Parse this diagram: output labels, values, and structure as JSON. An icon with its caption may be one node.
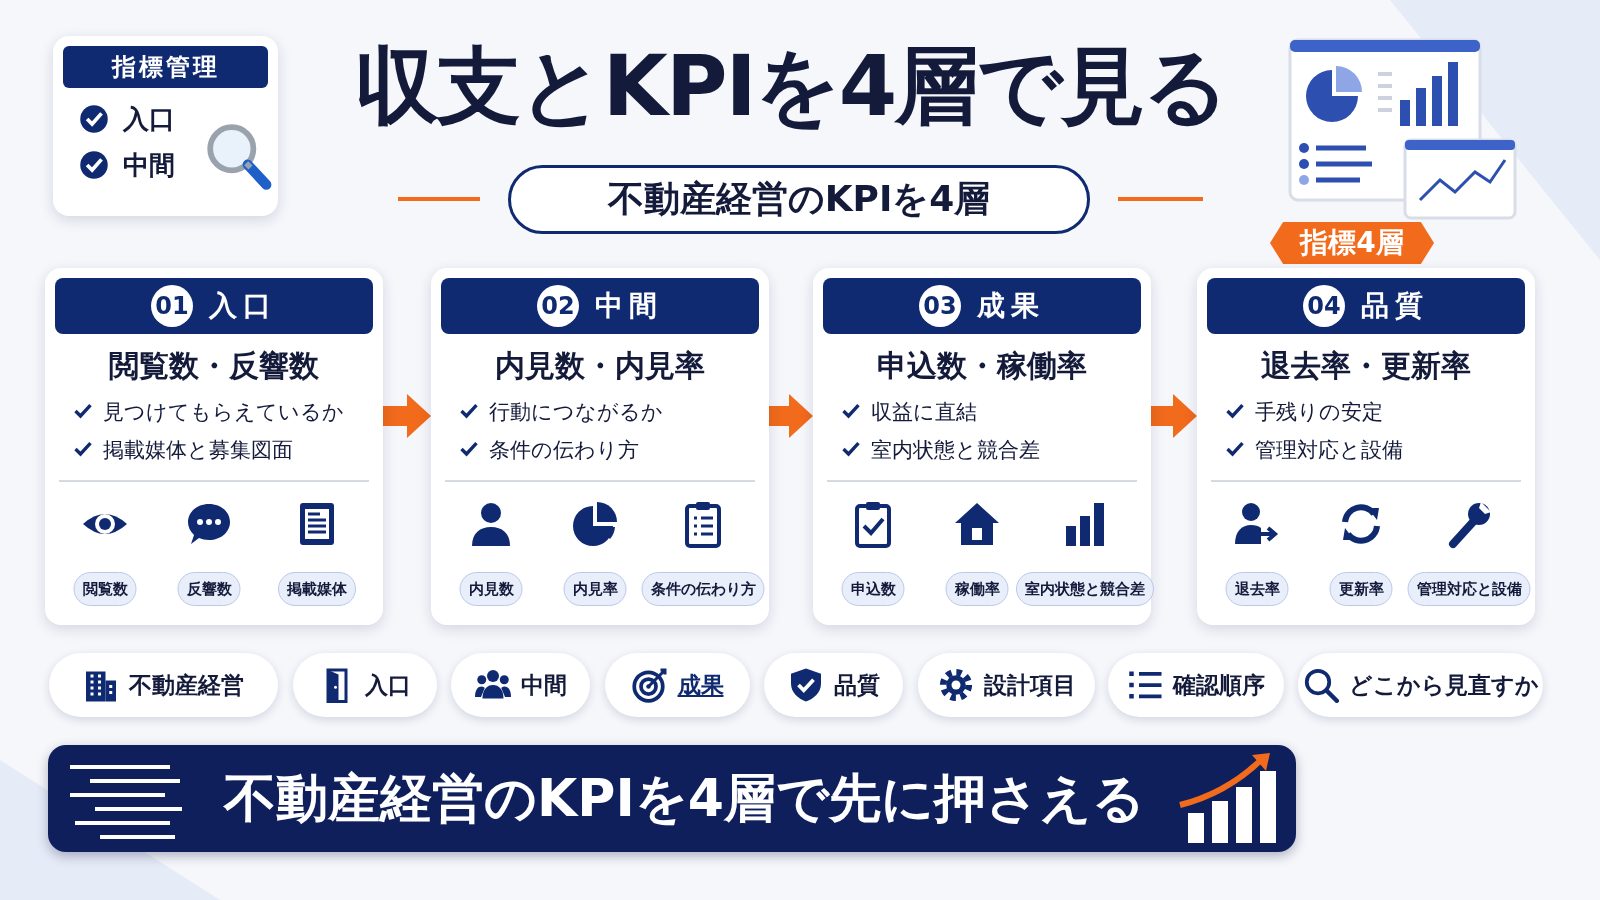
{
  "diagram": {
    "title": "収支とKPIを4層で見る",
    "nodes": [
      {
        "text": [
          "指標管理",
          "入口",
          "中間"
        ]
      },
      {
        "text": [
          "不動産経営のKPIを4層"
        ]
      },
      {
        "text": [
          "指標4層"
        ]
      },
      {
        "text": [
          "01",
          "入口",
          "閲覧数・反響数",
          "見つけてもらえているか",
          "掲載媒体と募集図面"
        ]
      },
      {
        "text": [
          "02",
          "中間",
          "内見数・内見率",
          "行動につながるか",
          "条件の伝わり方"
        ]
      },
      {
        "text": [
          "03",
          "成果",
          "申込数・稼働率",
          "収益に直結",
          "室内状態と競合差"
        ]
      },
      {
        "text": [
          "04",
          "品質",
          "退去率・更新率",
          "手残りの安定",
          "管理対応と設備"
        ]
      },
      {
        "text": [
          "閲覧数"
        ],
        "in": 3
      },
      {
        "text": [
          "反響数"
        ],
        "in": 3
      },
      {
        "text": [
          "掲載媒体"
        ],
        "in": 3
      },
      {
        "text": [
          "内見数"
        ],
        "in": 4
      },
      {
        "text": [
          "内見率"
        ],
        "in": 4
      },
      {
        "text": [
          "条件の伝わり方"
        ],
        "in": 4
      },
      {
        "text": [
          "申込数"
        ],
        "in": 5
      },
      {
        "text": [
          "稼働率"
        ],
        "in": 5
      },
      {
        "text": [
          "室内状態と競合差"
        ],
        "in": 5
      },
      {
        "text": [
          "退去率"
        ],
        "in": 6
      },
      {
        "text": [
          "更新率"
        ],
        "in": 6
      },
      {
        "text": [
          "管理対応と設備"
        ],
        "in": 6
      },
      {
        "text": [
          "不動産経営"
        ]
      },
      {
        "text": [
          "入口"
        ]
      },
      {
        "text": [
          "中間"
        ]
      },
      {
        "text": [
          "成果"
        ]
      },
      {
        "text": [
          "品質"
        ]
      },
      {
        "text": [
          "設計項目"
        ]
      },
      {
        "text": [
          "確認順序"
        ]
      },
      {
        "text": [
          "どこから見直すか"
        ]
      },
      {
        "text": [
          "不動産経営のKPIを4層で先に押さえる"
        ]
      }
    ],
    "edges": [
      {
        "from": 3,
        "to": 4,
        "arrow": "to"
      },
      {
        "from": 4,
        "to": 5,
        "arrow": "to"
      },
      {
        "from": 5,
        "to": 6,
        "arrow": "to"
      }
    ]
  }
}
